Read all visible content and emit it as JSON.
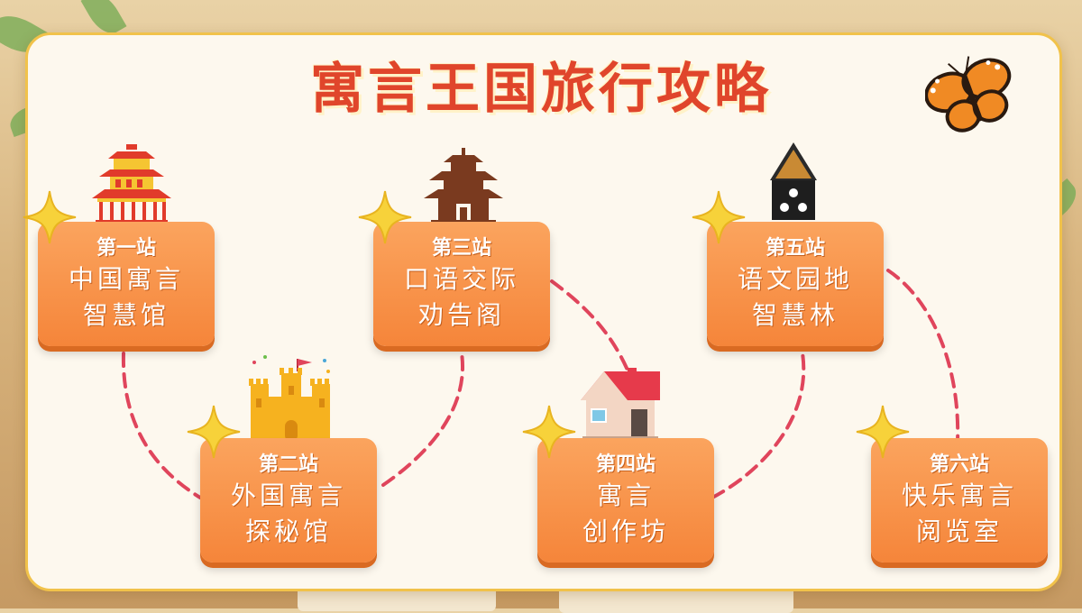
{
  "title": "寓言王国旅行攻略",
  "colors": {
    "title": "#e0452b",
    "card_border": "#f1c24a",
    "station": "#f5853a",
    "path": "#e0455c",
    "star": "#f7d23a"
  },
  "stations": [
    {
      "number": "第一站",
      "line1": "中国寓言",
      "line2": "智慧馆",
      "icon": "chinese-pavilion-icon"
    },
    {
      "number": "第二站",
      "line1": "外国寓言",
      "line2": "探秘馆",
      "icon": "castle-icon"
    },
    {
      "number": "第三站",
      "line1": "口语交际",
      "line2": "劝告阁",
      "icon": "pagoda-icon"
    },
    {
      "number": "第四站",
      "line1": "寓言",
      "line2": "创作坊",
      "icon": "house-icon"
    },
    {
      "number": "第五站",
      "line1": "语文园地",
      "line2": "智慧林",
      "icon": "birdhouse-icon"
    },
    {
      "number": "第六站",
      "line1": "快乐寓言",
      "line2": "阅览室",
      "icon": "star-icon"
    }
  ],
  "decorations": {
    "butterfly": "butterfly-icon",
    "star": "sparkle-star-icon"
  }
}
